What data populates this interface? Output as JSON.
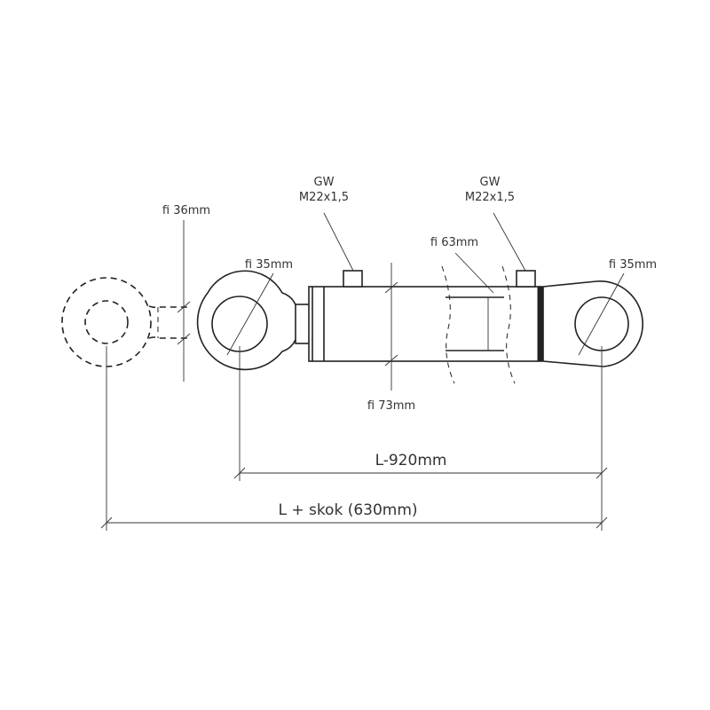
{
  "labels": {
    "port_left_gw": "GW",
    "port_left_thread": "M22x1,5",
    "port_right_gw": "GW",
    "port_right_thread": "M22x1,5",
    "pin_left_dia": "fi 35mm",
    "pin_right_dia": "fi 35mm",
    "rod_dia": "fi 36mm",
    "piston_dia": "fi 63mm",
    "outer_dia": "fi 73mm",
    "closed_length": "L-920mm",
    "extended_length": "L + skok (630mm)"
  }
}
